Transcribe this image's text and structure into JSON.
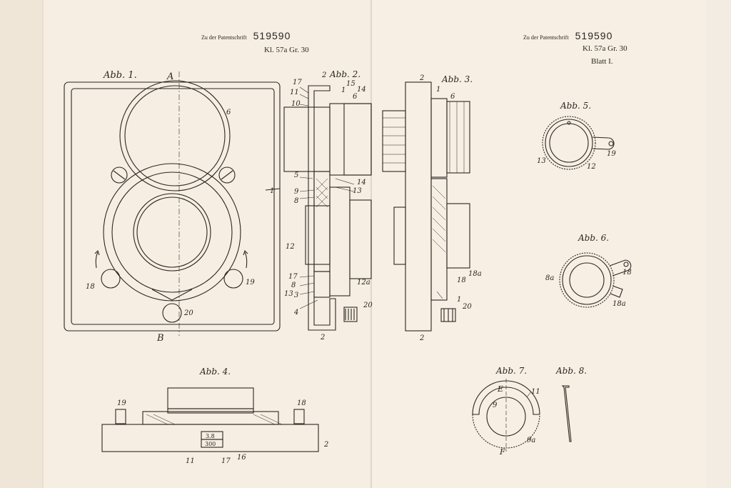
{
  "page_left": {
    "header_prefix": "Zu der Patentschrift",
    "patent_number": "519590",
    "class_line": "Kl. 57a  Gr. 30"
  },
  "page_right": {
    "header_prefix": "Zu der Patentschrift",
    "patent_number": "519590",
    "class_line": "Kl. 57a  Gr. 30",
    "sheet": "Blatt I."
  },
  "figures": {
    "abb1": "Abb. 1.",
    "abb2": "Abb. 2.",
    "abb3": "Abb. 3.",
    "abb4": "Abb. 4.",
    "abb5": "Abb. 5.",
    "abb6": "Abb. 6.",
    "abb7": "Abb. 7.",
    "abb8": "Abb. 8."
  },
  "labels": {
    "A": "A",
    "B": "B",
    "E": "E",
    "F": "F",
    "n1": "1",
    "n2": "2",
    "n3": "3",
    "n4": "4",
    "n5": "5",
    "n6": "6",
    "n8": "8",
    "n9": "9",
    "n9a": "9a",
    "n10": "10",
    "n11": "11",
    "n12": "12",
    "n12a": "12a",
    "n13": "13",
    "n14": "14",
    "n15": "15",
    "n16": "16",
    "n17": "17",
    "n18": "18",
    "n18a": "18a",
    "n19": "19",
    "n20": "20",
    "n8a": "8a"
  },
  "abb4_scale": {
    "top": "3.8",
    "bottom": "300"
  }
}
